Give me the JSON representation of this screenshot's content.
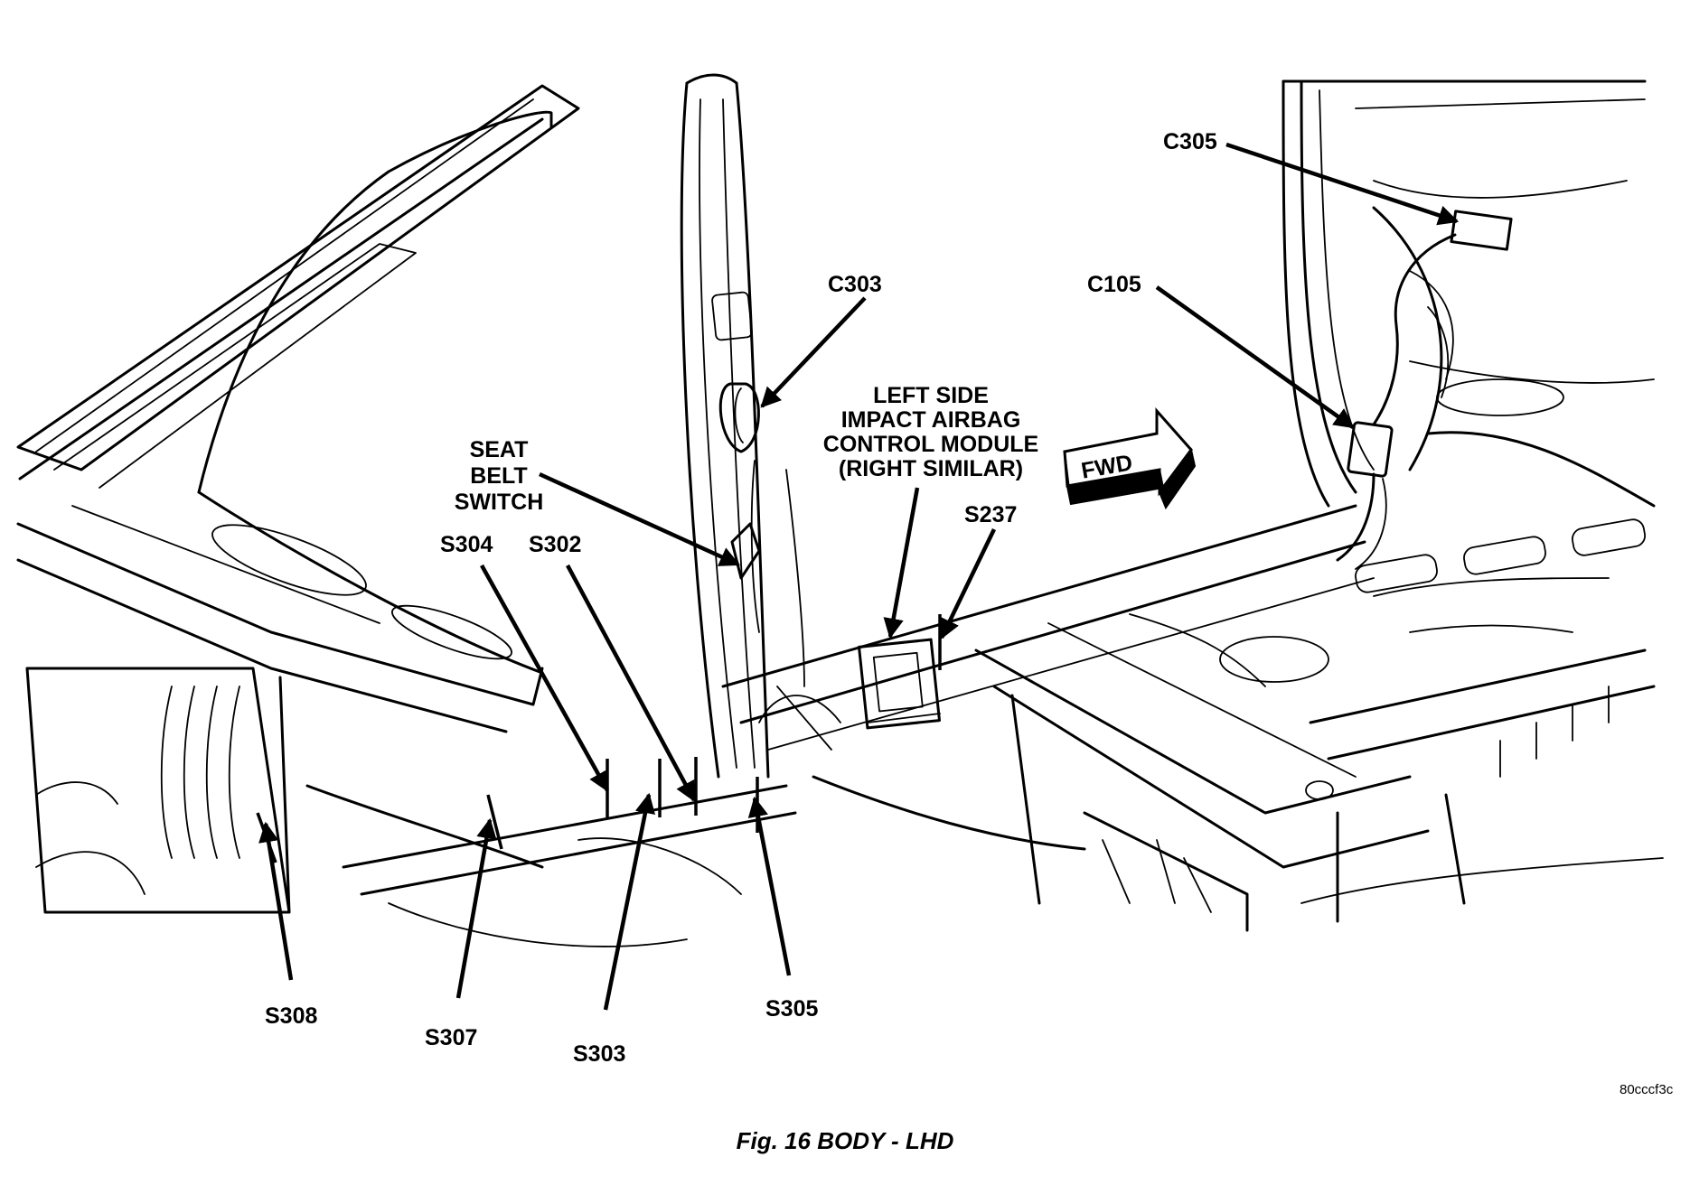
{
  "labels": {
    "c305": "C305",
    "c303": "C303",
    "c105": "C105",
    "airbag_line1": "LEFT SIDE",
    "airbag_line2": "IMPACT AIRBAG",
    "airbag_line3": "CONTROL MODULE",
    "airbag_line4": "(RIGHT SIMILAR)",
    "seat_line1": "SEAT",
    "seat_line2": "BELT",
    "seat_line3": "SWITCH",
    "fwd": "FWD",
    "s304": "S304",
    "s302": "S302",
    "s237": "S237",
    "s308": "S308",
    "s307": "S307",
    "s303": "S303",
    "s305": "S305"
  },
  "image_code": "80cccf3c",
  "caption": "Fig. 16 BODY - LHD"
}
